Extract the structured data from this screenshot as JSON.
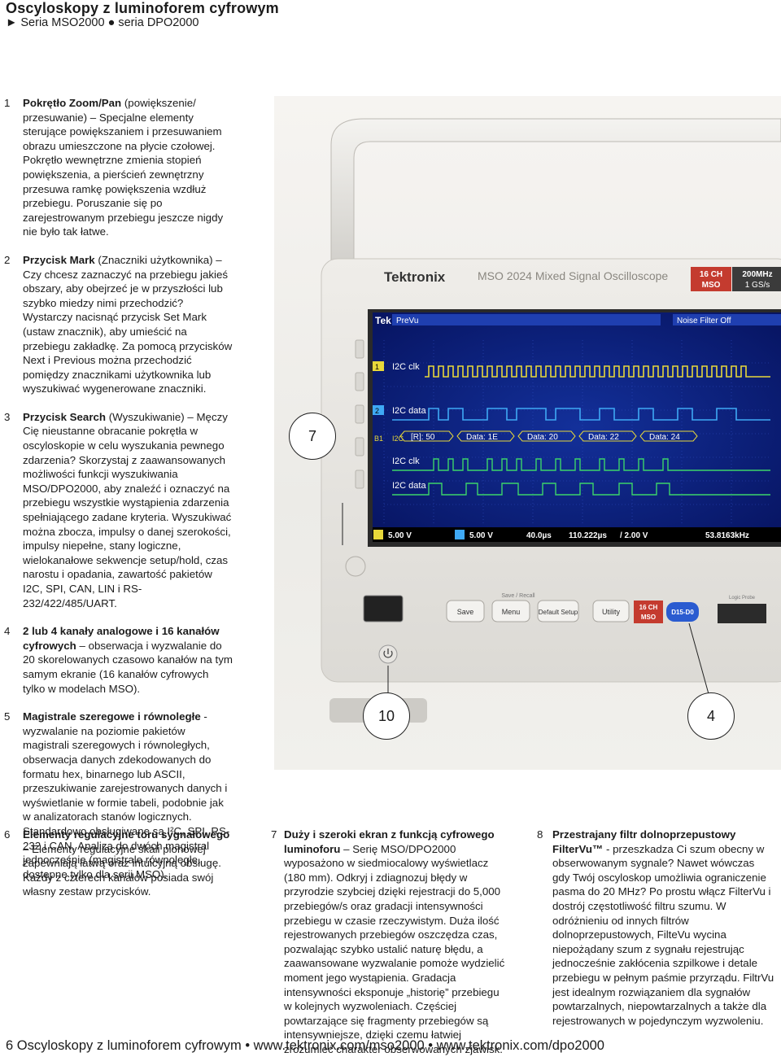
{
  "header": {
    "title": "Oscyloskopy z luminoforem cyfrowym",
    "subtitle": "► Seria MSO2000 ● seria DPO2000"
  },
  "items": [
    {
      "num": "1",
      "bold": "Pokrętło Zoom/Pan",
      "text": " (powiększenie/ przesuwanie) – Specjalne elementy sterujące powiększaniem i przesuwaniem obrazu umieszczone na płycie czołowej. Pokrętło wewnętrzne zmienia stopień powiększenia, a pierścień zewnętrzny przesuwa ramkę powiększenia wzdłuż przebiegu. Poruszanie się po zarejestrowanym przebiegu jeszcze nigdy nie było tak łatwe."
    },
    {
      "num": "2",
      "bold": "Przycisk Mark",
      "text": " (Znaczniki użytkownika) – Czy chcesz zaznaczyć na przebiegu jakieś obszary, aby obejrzeć je w przyszłości lub szybko miedzy nimi przechodzić? Wystarczy nacisnąć przycisk Set Mark (ustaw znacznik), aby umieścić na przebiegu zakładkę. Za pomocą przycisków Next i Previous można przechodzić pomiędzy znacznikami użytkownika lub wyszukiwać wygenerowane znaczniki."
    },
    {
      "num": "3",
      "bold": "Przycisk Search",
      "text": " (Wyszukiwanie) – Męczy Cię nieustanne obracanie pokrętła w oscyloskopie w celu wyszukania pewnego zdarzenia? Skorzystaj z zaawansowanych możliwości funkcji wyszukiwania MSO/DPO2000, aby znaleźć i oznaczyć na przebiegu wszystkie wystąpienia zdarzenia spełniającego zadane kryteria. Wyszukiwać można zbocza, impulsy o danej szerokości, impulsy niepełne, stany logiczne, wielokanałowe sekwencje setup/hold, czas narostu i opadania, zawartość pakietów I2C, SPI, CAN, LIN i RS-232/422/485/UART."
    },
    {
      "num": "4",
      "bold": "2 lub 4 kanały analogowe i 16 kanałów cyfrowych",
      "text": " – obserwacja i wyzwalanie do 20 skorelowanych czasowo kanałów na tym samym ekranie (16 kanałów cyfrowych tylko w modelach MSO)."
    },
    {
      "num": "5",
      "bold": "Magistrale szeregowe i równoległe",
      "text": " - wyzwalanie na poziomie pakietów magistrali szeregowych i równoległych, obserwacja danych zdekodowanych do formatu hex, binarnego lub ASCII, przeszukiwanie zarejestrowanych danych i wyświetlanie w formie tabeli, podobnie jak w analizatorach stanów logicznych. Standardowo obsługiwane są I²C, SPI, RS-232 i CAN. Analiza do dwóch magistral jednocześnie (magistrale równoległe dostępne tylko dla serii MSO)."
    },
    {
      "num": "6",
      "bold": "Elementy regulacyjne toru sygnałowego",
      "text": " – Elementy regulacyjne skali pionowej zapewniają łatwą oraz intuicyjną obsługę. Każdy z czterech kanałów posiada swój własny zestaw przycisków."
    },
    {
      "num": "7",
      "bold": "Duży i szeroki ekran z funkcją cyfrowego luminoforu",
      "text": " – Serię MSO/DPO2000 wyposażono w siedmiocalowy wyświetlacz (180 mm). Odkryj i zdiagnozuj błędy w przyrodzie szybciej dzięki rejestracji do 5,000 przebiegów/s oraz gradacji intensywności przebiegu w czasie rzeczywistym. Duża ilość rejestrowanych przebiegów oszczędza czas, pozwalając szybko ustalić naturę błędu, a zaawansowane wyzwalanie pomoże wydzielić moment jego wystąpienia. Gradacja intensywności eksponuje „historię” przebiegu w kolejnych wyzwoleniach. Częściej powtarzające się fragmenty przebiegów są intensywniejsze, dzięki czemu łatwiej zrozumieć charakter obserwowanych zjawisk."
    },
    {
      "num": "8",
      "bold": "Przestrajany filtr dolnoprzepustowy FilterVu™",
      "text": " - przeszkadza Ci szum obecny w obserwowanym sygnale? Nawet wówczas gdy Twój oscyloskop umożliwia ograniczenie pasma do 20 MHz? Po prostu włącz FilterVu i dostrój częstotliwość filtru szumu. W odróżnieniu od innych filtrów dolnoprzepustowych, FilteVu wycina niepożądany szum z sygnału rejestrując jednocześnie zakłócenia szpilkowe i detale przebiegu w pełnym paśmie przyrządu. FiltrVu jest idealnym rozwiązaniem dla sygnałów powtarzalnych, niepowtarzalnych a także dla rejestrowanych w pojedynczym wyzwoleniu."
    }
  ],
  "scope": {
    "brand": "Tektronix",
    "model": "MSO 2024 Mixed Signal Oscilloscope",
    "badge_16ch": "16 CH",
    "badge_mso": "MSO",
    "spec_bw": "200MHz",
    "spec_sr": "1 GS/s",
    "screen": {
      "tek": "Tek",
      "mode": "PreVu",
      "noise": "Noise Filter Off",
      "ch1_label": "I2C clk",
      "ch2_label": "I2C data",
      "d1_label": "I2C clk",
      "d2_label": "I2C data",
      "bus_ref": "B1",
      "bus_tag": "I2C",
      "packets": [
        "[R]: 50",
        "Data: 1E",
        "Data: 20",
        "Data: 22",
        "Data: 24"
      ],
      "status": [
        "5.00 V",
        "5.00 V",
        "40.0µs",
        "110.222µs",
        "/ 2.00 V",
        "53.8163kHz"
      ]
    },
    "buttons": {
      "save_recall": "Save / Recall",
      "save": "Save",
      "menu": "Menu",
      "default": "Default Setup",
      "utility": "Utility",
      "d15": "D15-D0",
      "logic_probe": "Logic Probe"
    }
  },
  "callouts": {
    "seven": "7",
    "ten": "10",
    "four": "4"
  },
  "footer": "6 Oscyloskopy z luminoforem cyfrowym • www.tektronix.com/mso2000 • www.tektronix.com/dpo2000",
  "colors": {
    "ch1": "#e8d83a",
    "ch2": "#3fa9f5",
    "digital": "#3cd46a",
    "screen_bg": "#0a1b6b",
    "bus": "#e8d83a"
  }
}
